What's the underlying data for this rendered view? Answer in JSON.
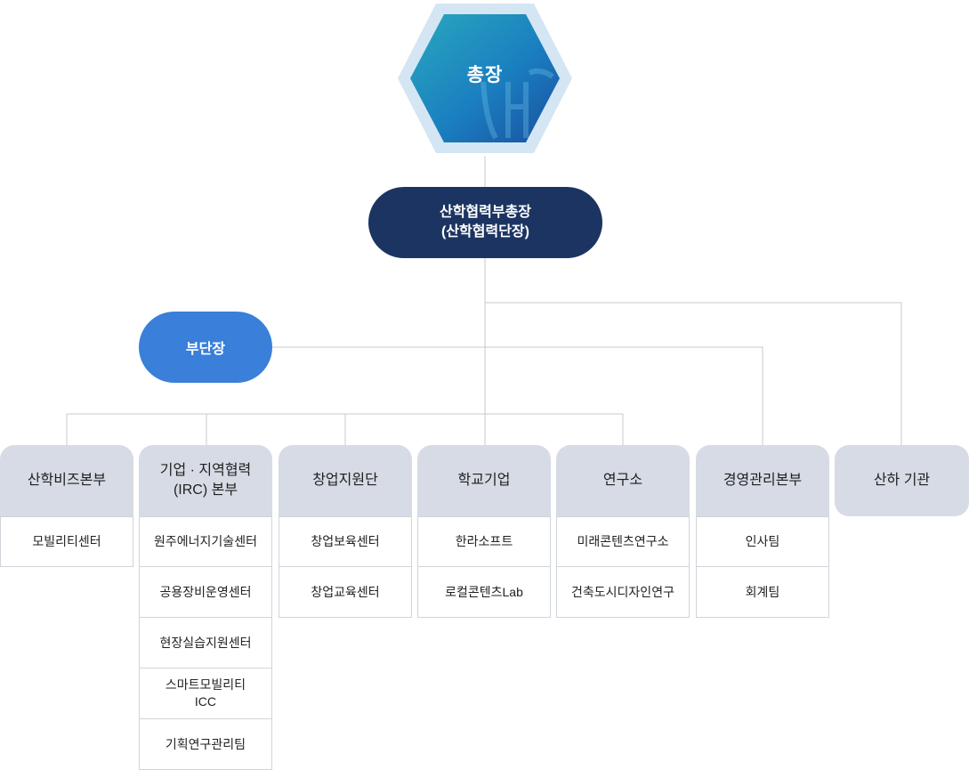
{
  "president": {
    "label": "총장"
  },
  "vice_president": {
    "line1": "산학협력부총장",
    "line2": "(산학협력단장)"
  },
  "deputy": {
    "label": "부단장"
  },
  "departments": [
    {
      "title": "산학비즈본부",
      "subs": [
        "모빌리티센터"
      ]
    },
    {
      "title": "기업 · 지역협력\n(IRC) 본부",
      "subs": [
        "원주에너지기술센터",
        "공용장비운영센터",
        "현장실습지원센터",
        "스마트모빌리티\nICC",
        "기획연구관리팀"
      ]
    },
    {
      "title": "창업지원단",
      "subs": [
        "창업보육센터",
        "창업교육센터"
      ]
    },
    {
      "title": "학교기업",
      "subs": [
        "한라소프트",
        "로컬콘텐츠Lab"
      ]
    },
    {
      "title": "연구소",
      "subs": [
        "미래콘텐츠연구소",
        "건축도시디자인연구"
      ]
    },
    {
      "title": "경영관리본부",
      "subs": [
        "인사팀",
        "회계팀"
      ]
    },
    {
      "title": "산하 기관",
      "subs": []
    }
  ],
  "colors": {
    "vice_president": "#1c3462",
    "deputy": "#3a7fd9",
    "department_header": "#d6dbe5",
    "connector": "#c8c8c8"
  }
}
